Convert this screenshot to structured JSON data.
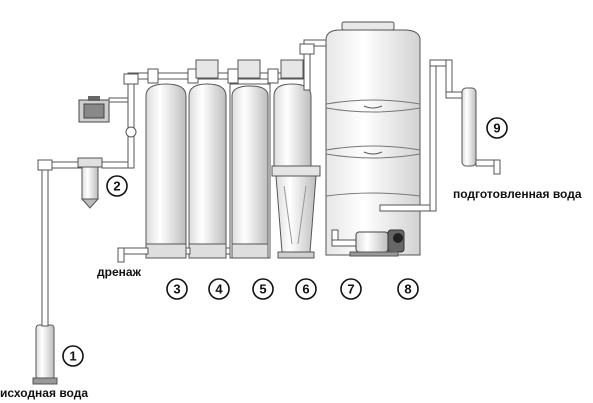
{
  "labels": {
    "source_water": "исходная вода",
    "drain": "дренаж",
    "treated_water": "подготовленная вода"
  },
  "badges": [
    "1",
    "2",
    "3",
    "4",
    "5",
    "6",
    "7",
    "8",
    "9"
  ],
  "colors": {
    "line": "#555555",
    "fill": "#f4f4f4",
    "dark": "#333333"
  }
}
